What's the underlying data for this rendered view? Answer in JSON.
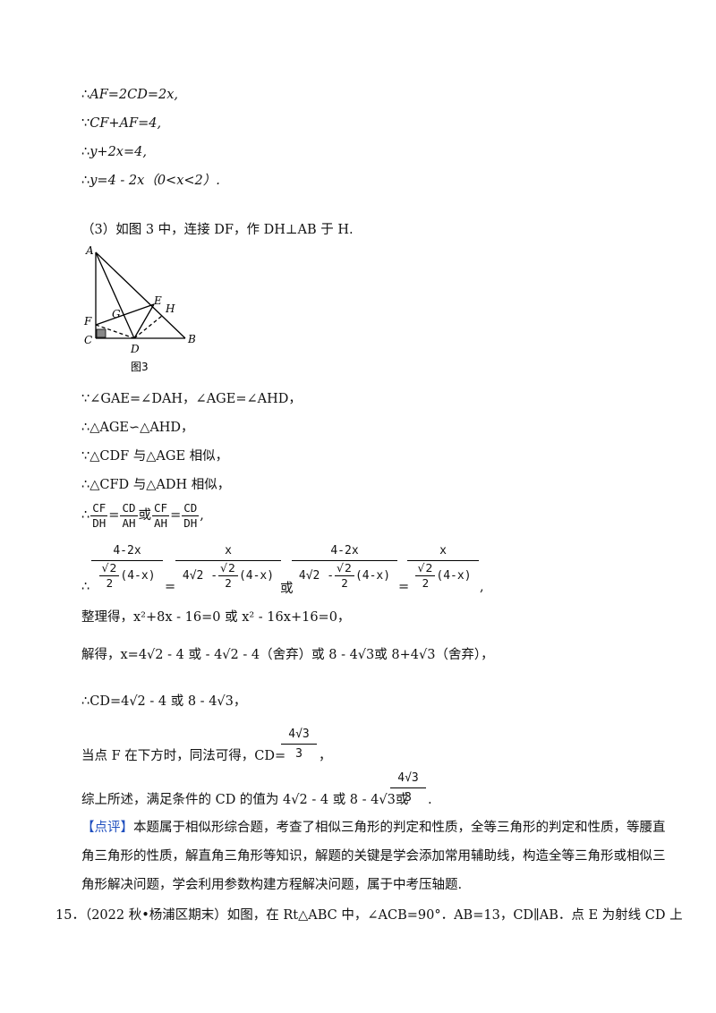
{
  "lines": {
    "l1_prefix": "∴",
    "l1": "AF=2CD=2x,",
    "l2_prefix": "∵",
    "l2": "CF+AF=4,",
    "l3_prefix": "∴",
    "l3": "y+2x=4,",
    "l4_prefix": "∴",
    "l4": "y=4 - 2x（0<x<2）.",
    "l5": "（3）如图 3 中，连接 DF，作 DH⊥AB 于 H.",
    "l6": "∵∠GAE=∠DAH，∠AGE=∠AHD，",
    "l7": "∴△AGE∽△AHD，",
    "l8": "∵△CDF 与△AGE 相似，",
    "l9": "∴△CFD 与△ADH 相似，",
    "l10_prefix": "∴",
    "l10_cf": "CF",
    "l10_dh": "DH",
    "l10_cd": "CD",
    "l10_ah": "AH",
    "l10_or": "或",
    "l10_cf2": "CF",
    "l10_ah2": "AH",
    "l10_cd2": "CD",
    "l10_dh2": "DH",
    "l10_tail": ",",
    "l12": "整理得，x²+8x - 16=0 或 x² - 16x+16=0，",
    "l13": "解得，x=4√2 - 4 或 - 4√2 - 4（舍弃）或 8 - 4√3或 8+4√3（舍弃），",
    "l14": "∴CD=4√2 - 4 或 8 - 4√3，",
    "l15_a": "当点 F 在下方时，同法可得，CD=",
    "l15_b": "，",
    "l16_a": "综上所述，满足条件的 CD 的值为 4√2 - 4 或 8 - 4√3或",
    "l16_b": ".",
    "comment_tag": "【点评】",
    "comment_1": "本题属于相似形综合题，考查了相似三角形的判定和性质，全等三角形的判定和性质，等腰直",
    "comment_2": "角三角形的性质，解直角三角形等知识，解题的关键是学会添加常用辅助线，构造全等三角形或相似三",
    "comment_3": "角形解决问题，学会利用参数构建方程解决问题，属于中考压轴题.",
    "q15": "15．（2022 秋•杨浦区期末）如图，在 Rt△ABC 中，∠ACB=90°．AB=13，CD∥AB．点 E 为射线 CD 上"
  },
  "fractions": {
    "f1_num": "4-2x",
    "f1_den_coef": "2",
    "f1_den_tail": "(4-x)",
    "f2_num": "x",
    "f2_den_pre": "4√2 -",
    "f3_num": "4-2x",
    "f4_num": "x",
    "eq": "=",
    "or": "或",
    "tail": ",",
    "sqrt2": "2",
    "r3_num": "4√3",
    "r3_den": "3"
  },
  "figure": {
    "caption": "图3",
    "labels": [
      "A",
      "F",
      "C",
      "G",
      "E",
      "H",
      "D",
      "B"
    ]
  }
}
